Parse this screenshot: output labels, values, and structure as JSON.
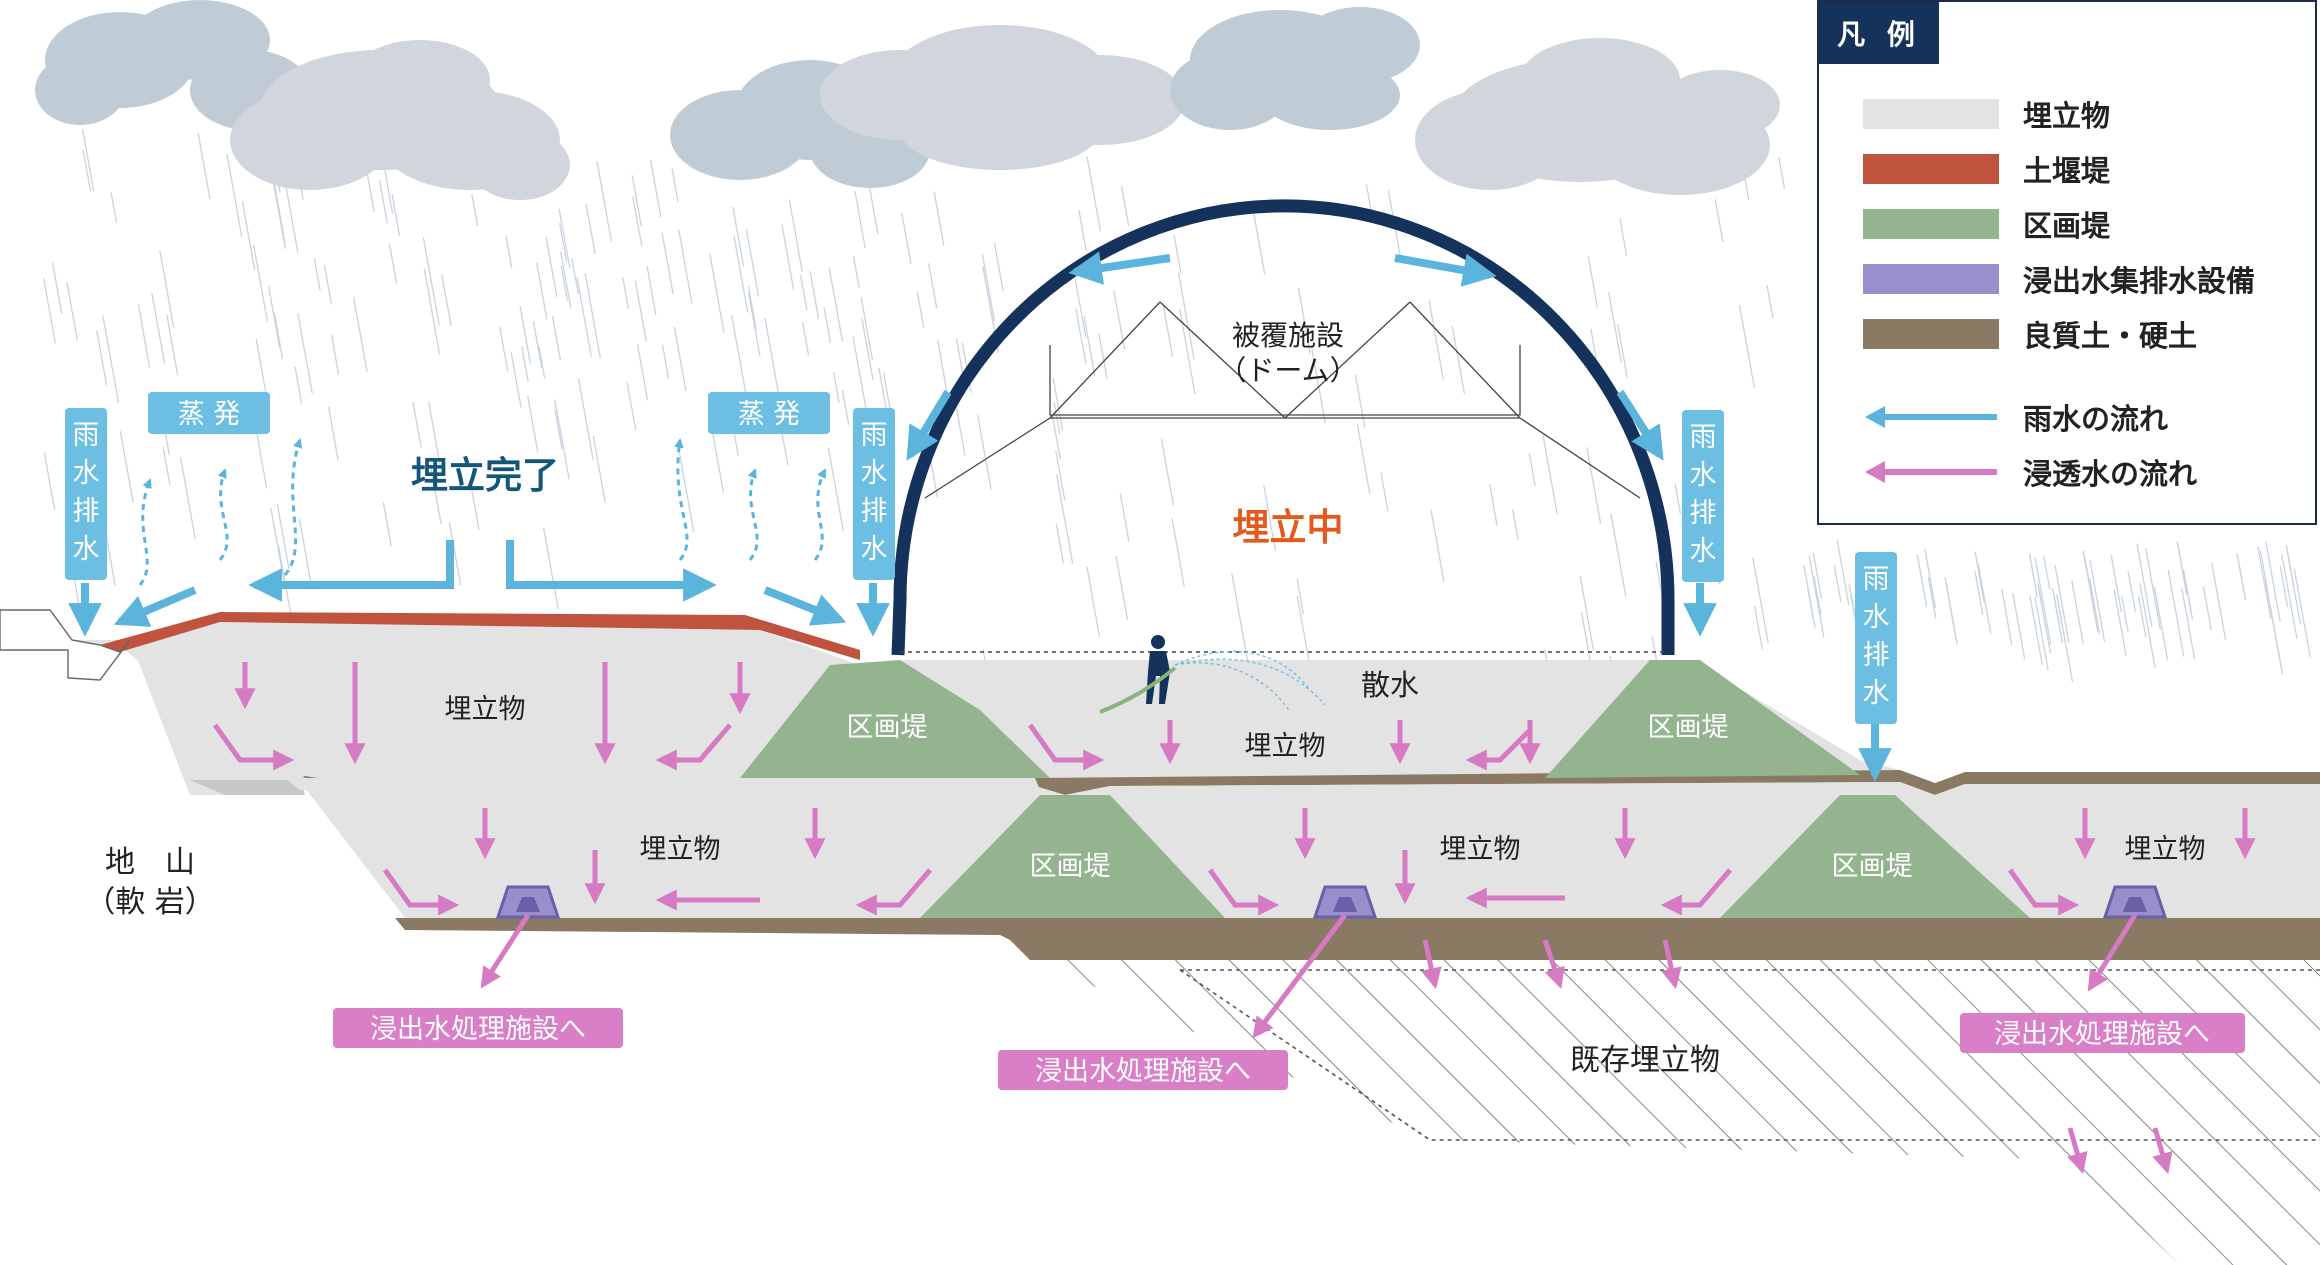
{
  "colors": {
    "fill": "#e3e3e3",
    "embankment_red": "#c0533d",
    "partition_green": "#93b48e",
    "drain_purple": "#9a8fcc",
    "good_soil": "#8b7a63",
    "rain_blue": "#5ab4db",
    "seep_pink": "#d67ac4",
    "dome_navy": "#14325c",
    "tag_blue": "#6cbfe2",
    "tag_pink": "#d97fc8"
  },
  "legend": {
    "title": "凡 例",
    "items": [
      {
        "label": "埋立物",
        "color": "#e3e3e3",
        "kind": "swatch"
      },
      {
        "label": "土堰堤",
        "color": "#c0533d",
        "kind": "swatch"
      },
      {
        "label": "区画堤",
        "color": "#93b48e",
        "kind": "swatch"
      },
      {
        "label": "浸出水集排水設備",
        "color": "#9a8fcc",
        "kind": "swatch"
      },
      {
        "label": "良質土・硬土",
        "color": "#8b7a63",
        "kind": "swatch"
      },
      {
        "label": "雨水の流れ",
        "color": "#5ab4db",
        "kind": "arrow"
      },
      {
        "label": "浸透水の流れ",
        "color": "#d67ac4",
        "kind": "arrow"
      }
    ]
  },
  "labels": {
    "completed": "埋立完了",
    "in_progress": "埋立中",
    "dome": "被覆施設",
    "dome_sub": "（ドーム）",
    "sprinkle": "散水",
    "bedrock_1": "地　山",
    "bedrock_2": "（軟 岩）",
    "existing": "既存埋立物",
    "fill": "埋立物",
    "partition": "区画堤",
    "evaporation": "蒸 発",
    "rain_drain_chars": [
      "雨",
      "水",
      "排",
      "水"
    ],
    "leachate_dest": "浸出水処理施設へ"
  }
}
